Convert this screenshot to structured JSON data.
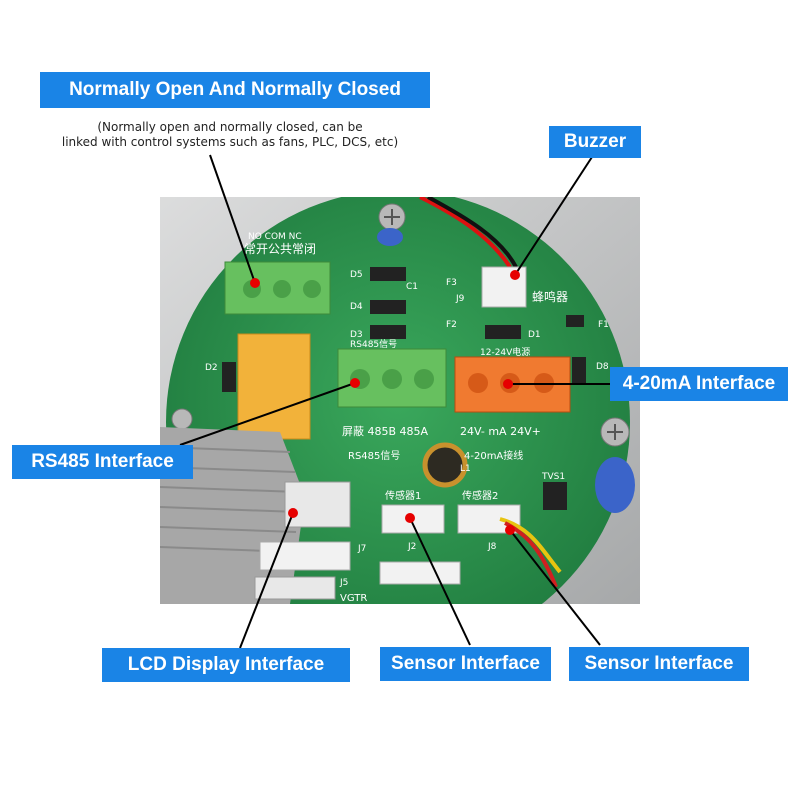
{
  "labels": {
    "relay": "Normally Open And Normally Closed",
    "buzzer": "Buzzer",
    "current_interface": "4-20mA Interface",
    "rs485": "RS485 Interface",
    "lcd": "LCD Display Interface",
    "sensor1": "Sensor Interface",
    "sensor2": "Sensor Interface"
  },
  "note": {
    "line1": "(Normally open and normally closed, can be",
    "line2": "linked with control systems such as fans, PLC, DCS, etc)"
  },
  "board_text": {
    "no_com_nc": "NO  COM   NC",
    "relay_cn": "常开公共常闭",
    "buzzer_cn": "蜂鸣器",
    "rs485_header": "RS485信号",
    "rs485_pins": "屏蔽  485B  485A",
    "rs485_cn": "RS485信号",
    "power_header": "12-24V电源",
    "power_pins": "24V-  mA  24V+",
    "current_cn": "4-20mA接线",
    "sensor1_cn": "传感器1",
    "sensor2_cn": "传感器2",
    "brand": "VGTR",
    "d5": "D5",
    "d4": "D4",
    "d3": "D3",
    "d2": "D2",
    "d1": "D1",
    "d8": "D8",
    "f1": "F1",
    "f2": "F2",
    "f3": "F3",
    "j9": "J9",
    "j7": "J7",
    "j5": "J5",
    "j2": "J2",
    "j8": "J8",
    "l1": "L1",
    "tvs1": "TVS1",
    "c1": "C1"
  },
  "colors": {
    "label_bg": "#1a84e6",
    "label_text": "#ffffff",
    "pcb_green": "#2f9a52",
    "terminal_green": "#5cb85c",
    "terminal_orange": "#f07a30",
    "relay_yellow": "#f2b23a",
    "marker_red": "#e60000"
  }
}
